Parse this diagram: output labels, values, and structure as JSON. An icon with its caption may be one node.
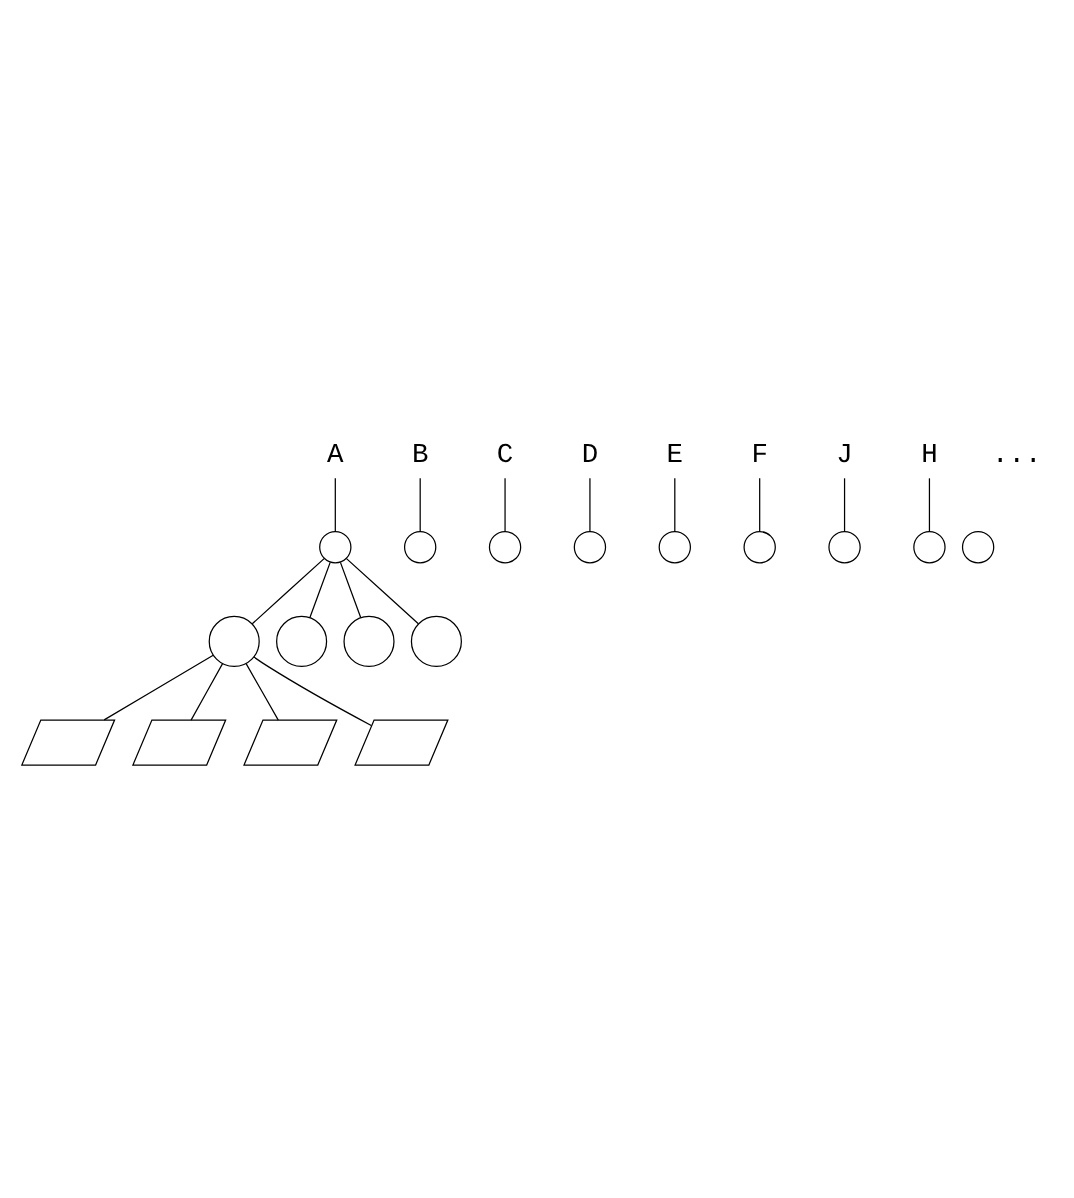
{
  "diagram": {
    "nodes": [
      {
        "text": [
          "A"
        ]
      },
      {
        "text": [
          "B"
        ]
      },
      {
        "text": [
          "C"
        ]
      },
      {
        "text": [
          "D"
        ]
      },
      {
        "text": [
          "E"
        ]
      },
      {
        "text": [
          "F"
        ]
      },
      {
        "text": [
          "J"
        ]
      },
      {
        "text": [
          "H"
        ]
      },
      {
        "text": [],
        "shape": "circle"
      },
      {
        "text": [],
        "shape": "circle"
      },
      {
        "text": [],
        "shape": "circle"
      },
      {
        "text": [],
        "shape": "circle"
      },
      {
        "text": [],
        "shape": "circle"
      },
      {
        "text": [],
        "shape": "circle"
      },
      {
        "text": [],
        "shape": "circle"
      },
      {
        "text": [],
        "shape": "circle"
      },
      {
        "text": [],
        "shape": "circle"
      },
      {
        "text": [],
        "shape": "circle"
      },
      {
        "text": [],
        "shape": "circle"
      },
      {
        "text": [],
        "shape": "circle"
      },
      {
        "text": [],
        "shape": "circle"
      },
      {
        "text": [],
        "shape": "parallelogram"
      },
      {
        "text": [],
        "shape": "parallelogram"
      },
      {
        "text": [],
        "shape": "parallelogram"
      },
      {
        "text": [],
        "shape": "parallelogram"
      }
    ],
    "edges": [
      {
        "from": 0,
        "to": 8,
        "arrow": "none"
      },
      {
        "from": 1,
        "to": 9,
        "arrow": "none"
      },
      {
        "from": 2,
        "to": 10,
        "arrow": "none"
      },
      {
        "from": 3,
        "to": 11,
        "arrow": "none"
      },
      {
        "from": 4,
        "to": 12,
        "arrow": "none"
      },
      {
        "from": 5,
        "to": 13,
        "arrow": "none"
      },
      {
        "from": 6,
        "to": 14,
        "arrow": "none"
      },
      {
        "from": 7,
        "to": 15,
        "arrow": "none"
      },
      {
        "from": 8,
        "to": 17,
        "arrow": "none"
      },
      {
        "from": 8,
        "to": 18,
        "arrow": "none"
      },
      {
        "from": 8,
        "to": 19,
        "arrow": "none"
      },
      {
        "from": 8,
        "to": 20,
        "arrow": "none"
      },
      {
        "from": 17,
        "to": 23,
        "arrow": "none"
      },
      {
        "from": 17,
        "to": 24,
        "arrow": "none"
      },
      {
        "from": 17,
        "to": 21,
        "arrow": "none"
      },
      {
        "from": 17,
        "to": 22,
        "arrow": "none"
      }
    ],
    "labels": [
      "..."
    ]
  }
}
